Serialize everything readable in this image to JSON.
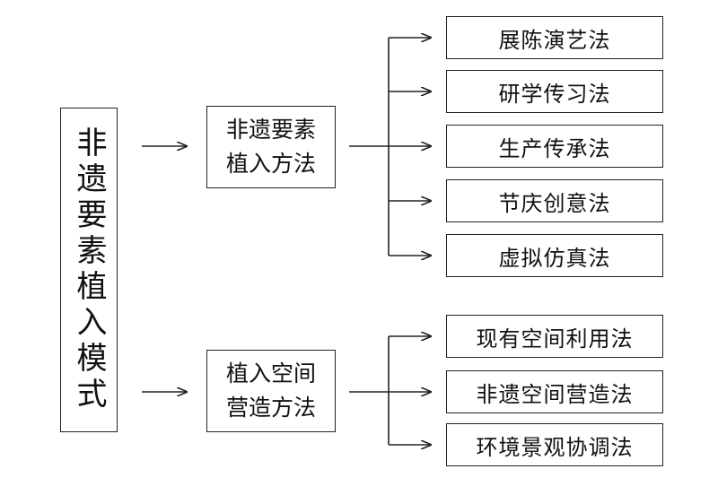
{
  "root": {
    "label": "非遗要素植入模式"
  },
  "branches": [
    {
      "label": "非遗要素\n植入方法",
      "items": [
        "展陈演艺法",
        "研学传习法",
        "生产传承法",
        "节庆创意法",
        "虚拟仿真法"
      ]
    },
    {
      "label": "植入空间\n营造方法",
      "items": [
        "现有空间利用法",
        "非遗空间营造法",
        "环境景观协调法"
      ]
    }
  ]
}
